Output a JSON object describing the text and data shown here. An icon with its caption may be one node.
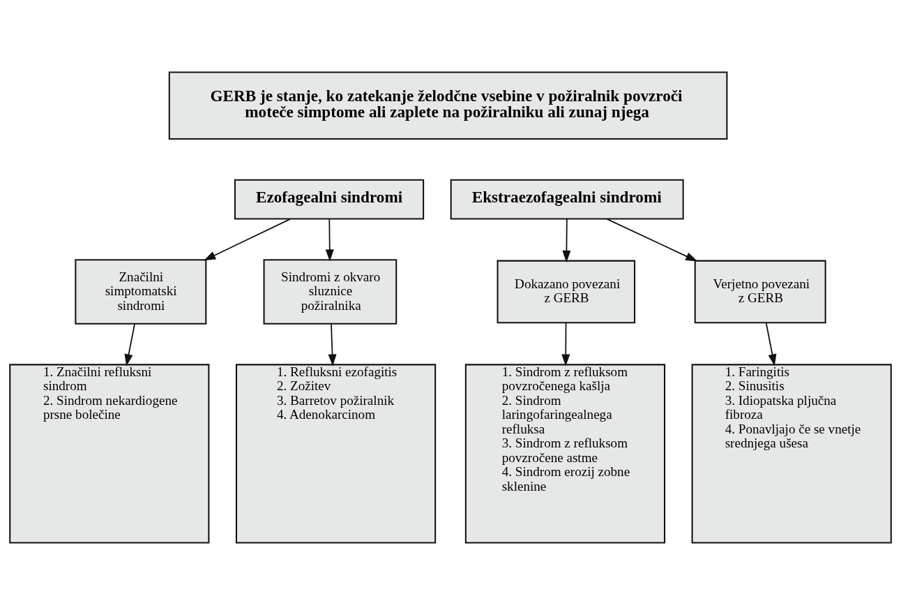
{
  "diagram": {
    "nodes": [
      {
        "text": [
          "GERB je stanje, ko zatekanje želodčne vsebine v požiralnik povzroči moteče simptome ali zaplete na požiralniku ali zunaj njega"
        ]
      },
      {
        "text": [
          "Ezofagealni sindromi"
        ]
      },
      {
        "text": [
          "Ekstraezofagealni sindromi"
        ]
      },
      {
        "text": [
          "Značilni simptomatski sindromi"
        ]
      },
      {
        "text": [
          "Sindromi z okvaro sluznice požiralnika"
        ]
      },
      {
        "text": [
          "Dokazano povezani z GERB"
        ]
      },
      {
        "text": [
          "Verjetno povezani z GERB"
        ]
      },
      {
        "text": [
          "1. Značilni refluksni sindrom",
          "2. Sindrom nekardiogene prsne bolečine"
        ]
      },
      {
        "text": [
          "1. Refluksni ezofagitis",
          "2. Zožitev",
          "3. Barretov požiralnik",
          "4. Adenokarcinom"
        ]
      },
      {
        "text": [
          "1. Sindrom z refluksom povzročenega kašlja",
          "2. Sindrom laringofaringealnega refluksa",
          "3. Sindrom z refluksom povzročene astme",
          "4. Sindrom erozij zobne sklenine"
        ]
      },
      {
        "text": [
          "1. Faringitis",
          "2. Sinusitis",
          "3. Idiopatska pljučna fibroza",
          "4. Ponavljajo če se vnetje srednjega ušesa"
        ]
      }
    ],
    "edges": [
      {
        "from": 1,
        "to": 3,
        "arrow": "to"
      },
      {
        "from": 1,
        "to": 4,
        "arrow": "to"
      },
      {
        "from": 2,
        "to": 5,
        "arrow": "to"
      },
      {
        "from": 2,
        "to": 6,
        "arrow": "to"
      },
      {
        "from": 3,
        "to": 7,
        "arrow": "to"
      },
      {
        "from": 4,
        "to": 8,
        "arrow": "to"
      },
      {
        "from": 5,
        "to": 9,
        "arrow": "to"
      },
      {
        "from": 6,
        "to": 10,
        "arrow": "to"
      }
    ]
  }
}
